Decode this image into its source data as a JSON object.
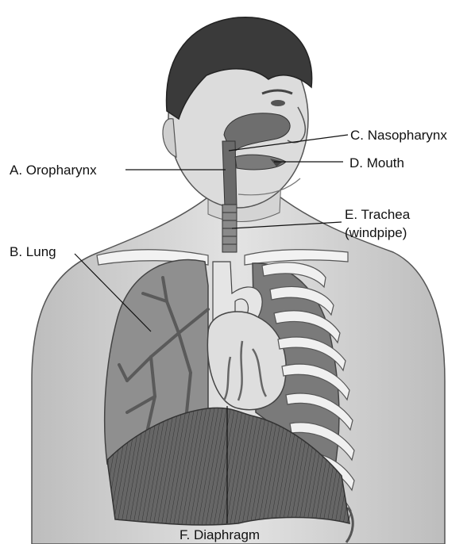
{
  "labels": {
    "oropharynx": "A. Oropharynx",
    "lung": "B. Lung",
    "nasopharynx": "C. Nasopharynx",
    "mouth": "D. Mouth",
    "trachea_line1": "E. Trachea",
    "trachea_line2": "(windpipe)",
    "diaphragm": "F. Diaphragm"
  },
  "colors": {
    "skin": "#d9d9d9",
    "hair": "#3a3a3a",
    "organ_dark": "#6e6e6e",
    "lung": "#8f8f8f",
    "diaphragm": "#5a5a5a",
    "bone": "#efefef"
  }
}
